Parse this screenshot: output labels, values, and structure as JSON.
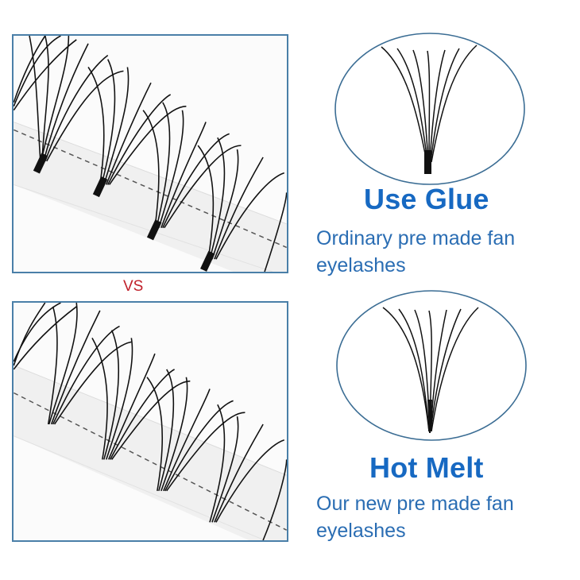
{
  "comparison": {
    "separator_label": "VS",
    "colors": {
      "title": "#1769c2",
      "description": "#2a6db3",
      "separator": "#c0202a",
      "frame": "#4a7fa8",
      "lash": "#111111"
    },
    "items": [
      {
        "title": "Use Glue",
        "description_line1": "Ordinary pre made fan",
        "description_line2": "eyelashes",
        "photo_icon": "lash-strip-photo",
        "diagram_icon": "glued-fan-lash-diagram"
      },
      {
        "title": "Hot Melt",
        "description_line1": "Our new pre made fan",
        "description_line2": "eyelashes",
        "photo_icon": "lash-strip-photo",
        "diagram_icon": "hot-melt-fan-lash-diagram"
      }
    ]
  }
}
